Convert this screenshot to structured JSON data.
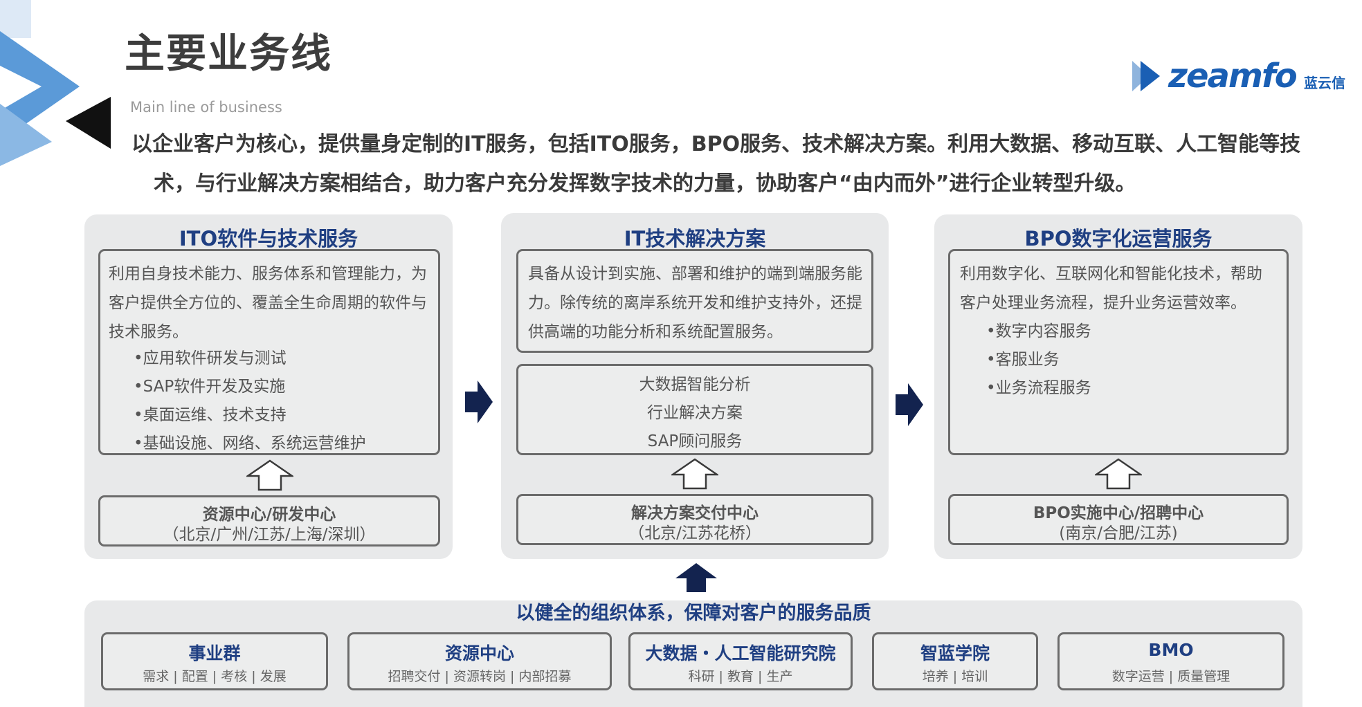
{
  "header": {
    "title": "主要业务线",
    "subtitle": "Main line of business",
    "intro_line1": "以企业客户为核心，提供量身定制的IT服务，包括ITO服务，BPO服务、技术解决方案。利用大数据、移动互联、人工智能等技",
    "intro_line2": "术，与行业解决方案相结合，助力客户充分发挥数字技术的力量，协助客户“由内而外”进行企业转型升级。"
  },
  "logo": {
    "text": "zeamfo",
    "cn": "蓝云信"
  },
  "colors": {
    "title_blue": "#1f3f82",
    "panel_bg": "#e8e9ea",
    "arrow_navy": "#13234f",
    "border": "#6b6b6b"
  },
  "panels": [
    {
      "title": "ITO软件与技术服务",
      "desc_lines": [
        "利用自身技术能力、服务体系和管理能力，为",
        "客户提供全方位的、覆盖全生命周期的软件与",
        "技术服务。"
      ],
      "bullets": [
        "•应用软件研发与测试",
        "•SAP软件开发及实施",
        "•桌面运维、技术支持",
        "•基础设施、网络、系统运营维护"
      ],
      "center_title": "资源中心/研发中心",
      "center_sub": "（北京/广州/江苏/上海/深圳）"
    },
    {
      "title": "IT技术解决方案",
      "desc_lines": [
        "具备从设计到实施、部署和维护的端到端服务能",
        "力。除传统的离岸系统开发和维护支持外，还提",
        "供高端的功能分析和系统配置服务。"
      ],
      "items": [
        "大数据智能分析",
        "行业解决方案",
        "SAP顾问服务"
      ],
      "center_title": "解决方案交付中心",
      "center_sub": "（北京/江苏花桥）"
    },
    {
      "title": "BPO数字化运营服务",
      "desc_lines": [
        "利用数字化、互联网化和智能化技术，帮助",
        "客户处理业务流程，提升业务运营效率。"
      ],
      "bullets": [
        "•数字内容服务",
        "•客服业务",
        "•业务流程服务"
      ],
      "center_title": "BPO实施中心/招聘中心",
      "center_sub": "(南京/合肥/江苏)"
    }
  ],
  "org": {
    "title": "以健全的组织体系，保障对客户的服务品质",
    "units": [
      {
        "name": "事业群",
        "sub": "需求 | 配置 | 考核 | 发展"
      },
      {
        "name": "资源中心",
        "sub": "招聘交付 | 资源转岗 | 内部招募"
      },
      {
        "name": "大数据・人工智能研究院",
        "sub": "科研 | 教育 | 生产"
      },
      {
        "name": "智蓝学院",
        "sub": "培养 | 培训"
      },
      {
        "name": "BMO",
        "sub": "数字运营 | 质量管理"
      }
    ]
  }
}
